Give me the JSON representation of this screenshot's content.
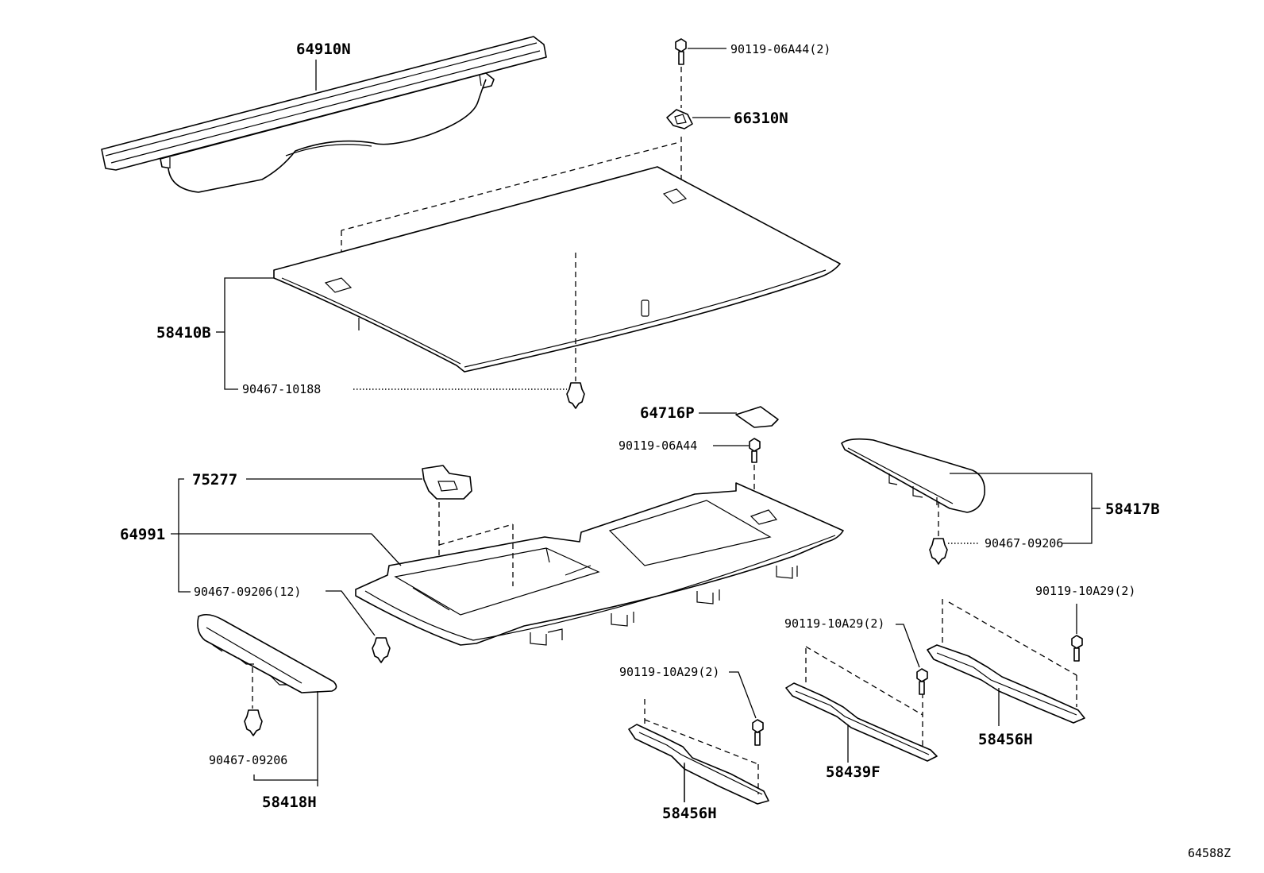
{
  "diagram_id": "64588Z",
  "parts": {
    "p64910N": "64910N",
    "p90119_06A44_2": "90119-06A44(2)",
    "p66310N": "66310N",
    "p58410B": "58410B",
    "p90467_10188": "90467-10188",
    "p64716P": "64716P",
    "p90119_06A44": "90119-06A44",
    "p75277": "75277",
    "p64991": "64991",
    "p90467_09206_12": "90467-09206(12)",
    "p58417B": "58417B",
    "p90467_09206_r": "90467-09206",
    "p90119_10A29_2_a": "90119-10A29(2)",
    "p90119_10A29_2_b": "90119-10A29(2)",
    "p90119_10A29_2_c": "90119-10A29(2)",
    "p90467_09206_l": "90467-09206",
    "p58418H": "58418H",
    "p58456H_a": "58456H",
    "p58439F": "58439F",
    "p58456H_b": "58456H"
  }
}
